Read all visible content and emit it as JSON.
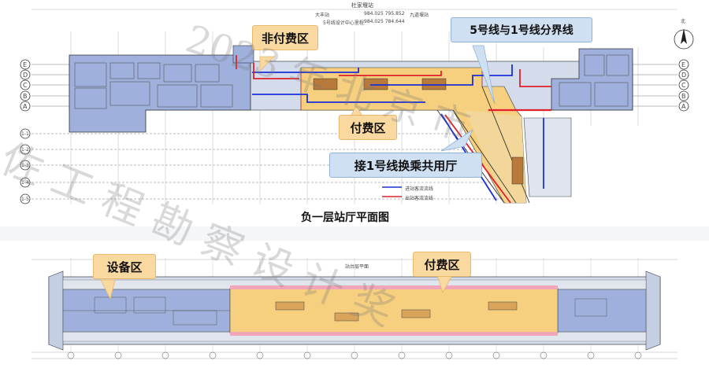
{
  "top_plan": {
    "station_name": "杜家堰站",
    "coord_labels": [
      "大丰站",
      "5号线设计中心里程",
      "九道堰站"
    ],
    "coord_values": [
      "984.025  795.852",
      "984.025  784.644"
    ],
    "axis_rows_left": [
      "E",
      "D",
      "C",
      "B",
      "A"
    ],
    "axis_rows_right": [
      "E",
      "D",
      "C",
      "B",
      "A"
    ],
    "axis_lower_left": [
      "1-1",
      "1-2",
      "1-3",
      "1-4",
      "1-5"
    ],
    "legend_items": [
      "进站客流流线",
      "出站客流流线"
    ],
    "north_label": "北",
    "caption": "负一层站厅平面图"
  },
  "bottom_plan": {
    "title": "站台层平面",
    "caption_hidden": ""
  },
  "callouts": {
    "non_paid": "非付费区",
    "line_boundary": "5号线与1号线分界线",
    "paid_top": "付费区",
    "transfer_hall": "接1号线换乘共用厅",
    "equipment": "设备区",
    "paid_bottom": "付费区"
  },
  "watermark": {
    "line1": "佐 工 程 勘 察 设 计 奖",
    "line2": "2023 年 北 京 市"
  },
  "colors": {
    "equipment_fill": "#9fb0dc",
    "paid_fill": "#f6cf7f",
    "public_fill": "#d4dcec",
    "line_blue": "#1a2fd6",
    "line_red": "#e0202a",
    "callout_yellow": "#f9d9a0",
    "callout_blue": "#cfe0f3"
  }
}
